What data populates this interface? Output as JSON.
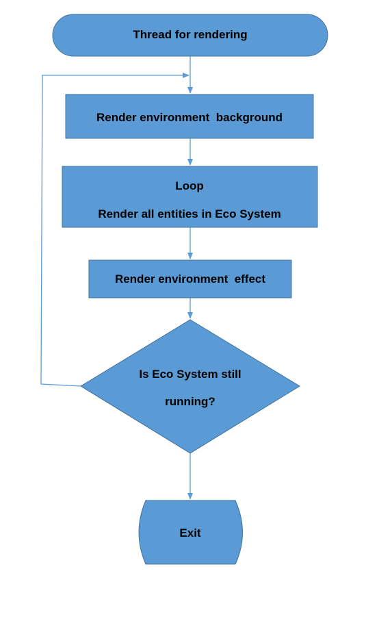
{
  "diagram": {
    "start": {
      "label": "Thread for rendering"
    },
    "step_background": {
      "label": "Render environment  background"
    },
    "step_loop": {
      "line1": "Loop",
      "line2": "Render all entities in Eco System"
    },
    "step_effect": {
      "label": "Render environment  effect"
    },
    "decision": {
      "line1": "Is Eco System still",
      "line2": "running?"
    },
    "end": {
      "label": "Exit"
    }
  },
  "colors": {
    "fill": "#5b9bd5",
    "stroke": "#41719c",
    "connector": "#5b9bd5",
    "text": "#000000"
  }
}
